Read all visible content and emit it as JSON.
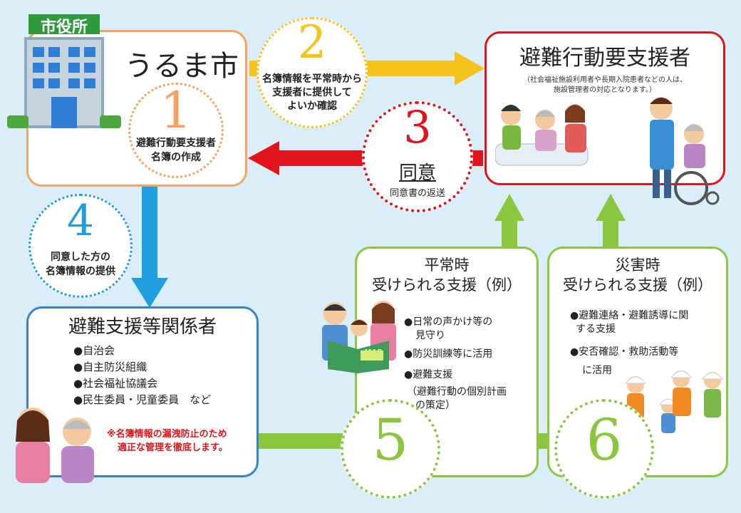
{
  "city": {
    "sign": "市役所",
    "name": "うるま市",
    "step1_number": "1",
    "step1_text": [
      "避難行動要支援者",
      "名簿の作成"
    ]
  },
  "step2": {
    "number": "2",
    "text": [
      "名簿情報を平常時から",
      "支援者に提供して",
      "よいか確認"
    ]
  },
  "step3": {
    "number": "3",
    "title": "同意",
    "text": "同意書の返送"
  },
  "step4": {
    "number": "4",
    "text": [
      "同意した方の",
      "名簿情報の提供"
    ]
  },
  "recipient": {
    "title": "避難行動要支援者",
    "note": [
      "（社会福祉施設利用者や長期入院患者などの人は、",
      "施設管理者の対応となります。）"
    ]
  },
  "supporters": {
    "title": "避難支援等関係者",
    "items": [
      "●自治会",
      "●自主防災組織",
      "●社会福祉協議会",
      "●民生委員・児童委員　など"
    ],
    "warning": [
      "※名簿情報の漏洩防止のため",
      "適正な管理を徹底します。"
    ]
  },
  "normal": {
    "title": [
      "平常時",
      "受けられる支援（例）"
    ],
    "items": [
      "●日常の声かけ等の",
      "見守り",
      "●防災訓練等に活用",
      "●避難支援",
      "（避難行動の個別計画",
      "の策定）"
    ],
    "number": "5",
    "map_label": "MAP"
  },
  "disaster": {
    "title": [
      "災害時",
      "受けられる支援（例）"
    ],
    "items": [
      "●避難連絡・避難誘導に関",
      "する支援",
      "●安否確認・救助活動等",
      "に活用"
    ],
    "number": "6"
  },
  "colors": {
    "orange": "#f4a261",
    "orange_text": "#f08c3a",
    "yellow": "#f7c21a",
    "red": "#e0141a",
    "blue": "#1f9fe0",
    "blue_box": "#3b82c4",
    "green": "#8cc63f"
  }
}
